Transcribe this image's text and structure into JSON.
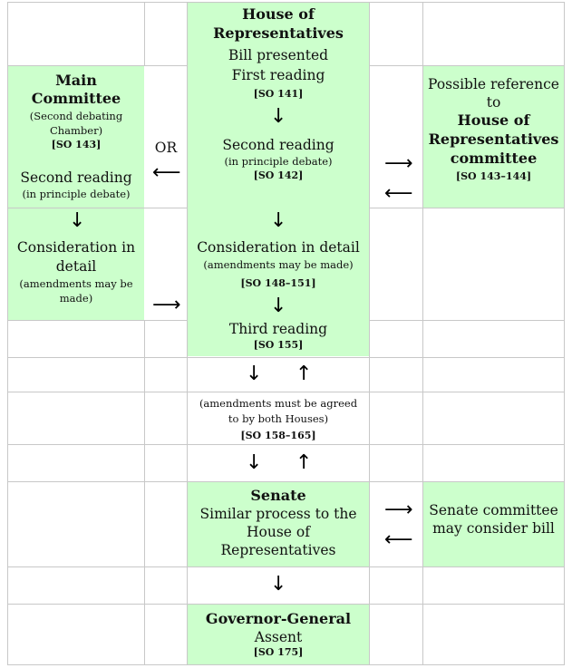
{
  "house": {
    "title": "House of",
    "title2": "Representatives",
    "bill_presented": "Bill presented",
    "first_reading": "First reading",
    "so_first": "[SO 141]",
    "second_reading": "Second reading",
    "second_note": "(in principle debate)",
    "so_second": "[SO 142]",
    "detail": "Consideration in detail",
    "detail_note": "(amendments may be made)",
    "so_detail": "[SO 148–151]",
    "third_reading": "Third reading",
    "so_third": "[SO 155]"
  },
  "main_committee": {
    "title1": "Main",
    "title2": "Committee",
    "note1": "(Second debating",
    "note2": "Chamber)",
    "so": "[SO 143]",
    "second_reading": "Second reading",
    "second_note": "(in principle debate)",
    "detail1": "Consideration in",
    "detail2": "detail",
    "detail_note1": "(amendments may be",
    "detail_note2": "made)"
  },
  "or_label": "OR",
  "reference": {
    "line1": "Possible reference",
    "line2": "to",
    "title1": "House of",
    "title2": "Representatives",
    "title3": "committee",
    "so": "[SO 143–144]"
  },
  "amendments": {
    "line1": "(amendments must be agreed",
    "line2": "to by both Houses)",
    "so": "[SO 158–165]"
  },
  "senate": {
    "title": "Senate",
    "line1": "Similar process to the",
    "line2": "House of",
    "line3": "Representatives"
  },
  "senate_committee": {
    "line1": "Senate committee",
    "line2": "may consider bill"
  },
  "governor": {
    "title": "Governor-General",
    "assent": "Assent",
    "so": "[SO 175]"
  },
  "arrows": {
    "down": "↓",
    "up": "↑",
    "left": "⟵",
    "right": "⟶"
  }
}
